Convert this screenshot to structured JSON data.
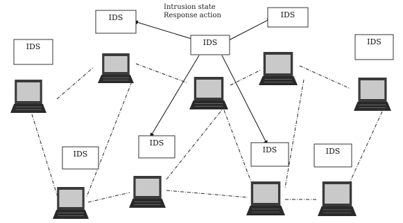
{
  "diagram": {
    "annotation": {
      "line1": "Intrusion state",
      "line2": "Response action"
    },
    "ids_boxes": [
      {
        "id": "ids-top-left",
        "label": "IDS"
      },
      {
        "id": "ids-center",
        "label": "IDS"
      },
      {
        "id": "ids-top-right",
        "label": "IDS"
      },
      {
        "id": "ids-far-left",
        "label": "IDS"
      },
      {
        "id": "ids-far-right",
        "label": "IDS"
      },
      {
        "id": "ids-lower-left",
        "label": "IDS"
      },
      {
        "id": "ids-lower-middle",
        "label": "IDS"
      },
      {
        "id": "ids-lower-center-right",
        "label": "IDS"
      },
      {
        "id": "ids-lower-right",
        "label": "IDS"
      }
    ],
    "nodes": [
      {
        "id": "laptop-upper-left"
      },
      {
        "id": "laptop-far-left"
      },
      {
        "id": "laptop-center"
      },
      {
        "id": "laptop-right-top"
      },
      {
        "id": "laptop-far-right"
      },
      {
        "id": "laptop-bottom-left"
      },
      {
        "id": "laptop-bottom-middle"
      },
      {
        "id": "laptop-bottom-center-right"
      },
      {
        "id": "laptop-bottom-right"
      }
    ],
    "colors": {
      "line": "#222222",
      "box_border": "#333333",
      "laptop_body": "#3a3a3a",
      "laptop_screen": "#c9c9c9",
      "laptop_base": "#2a2a2a"
    }
  }
}
